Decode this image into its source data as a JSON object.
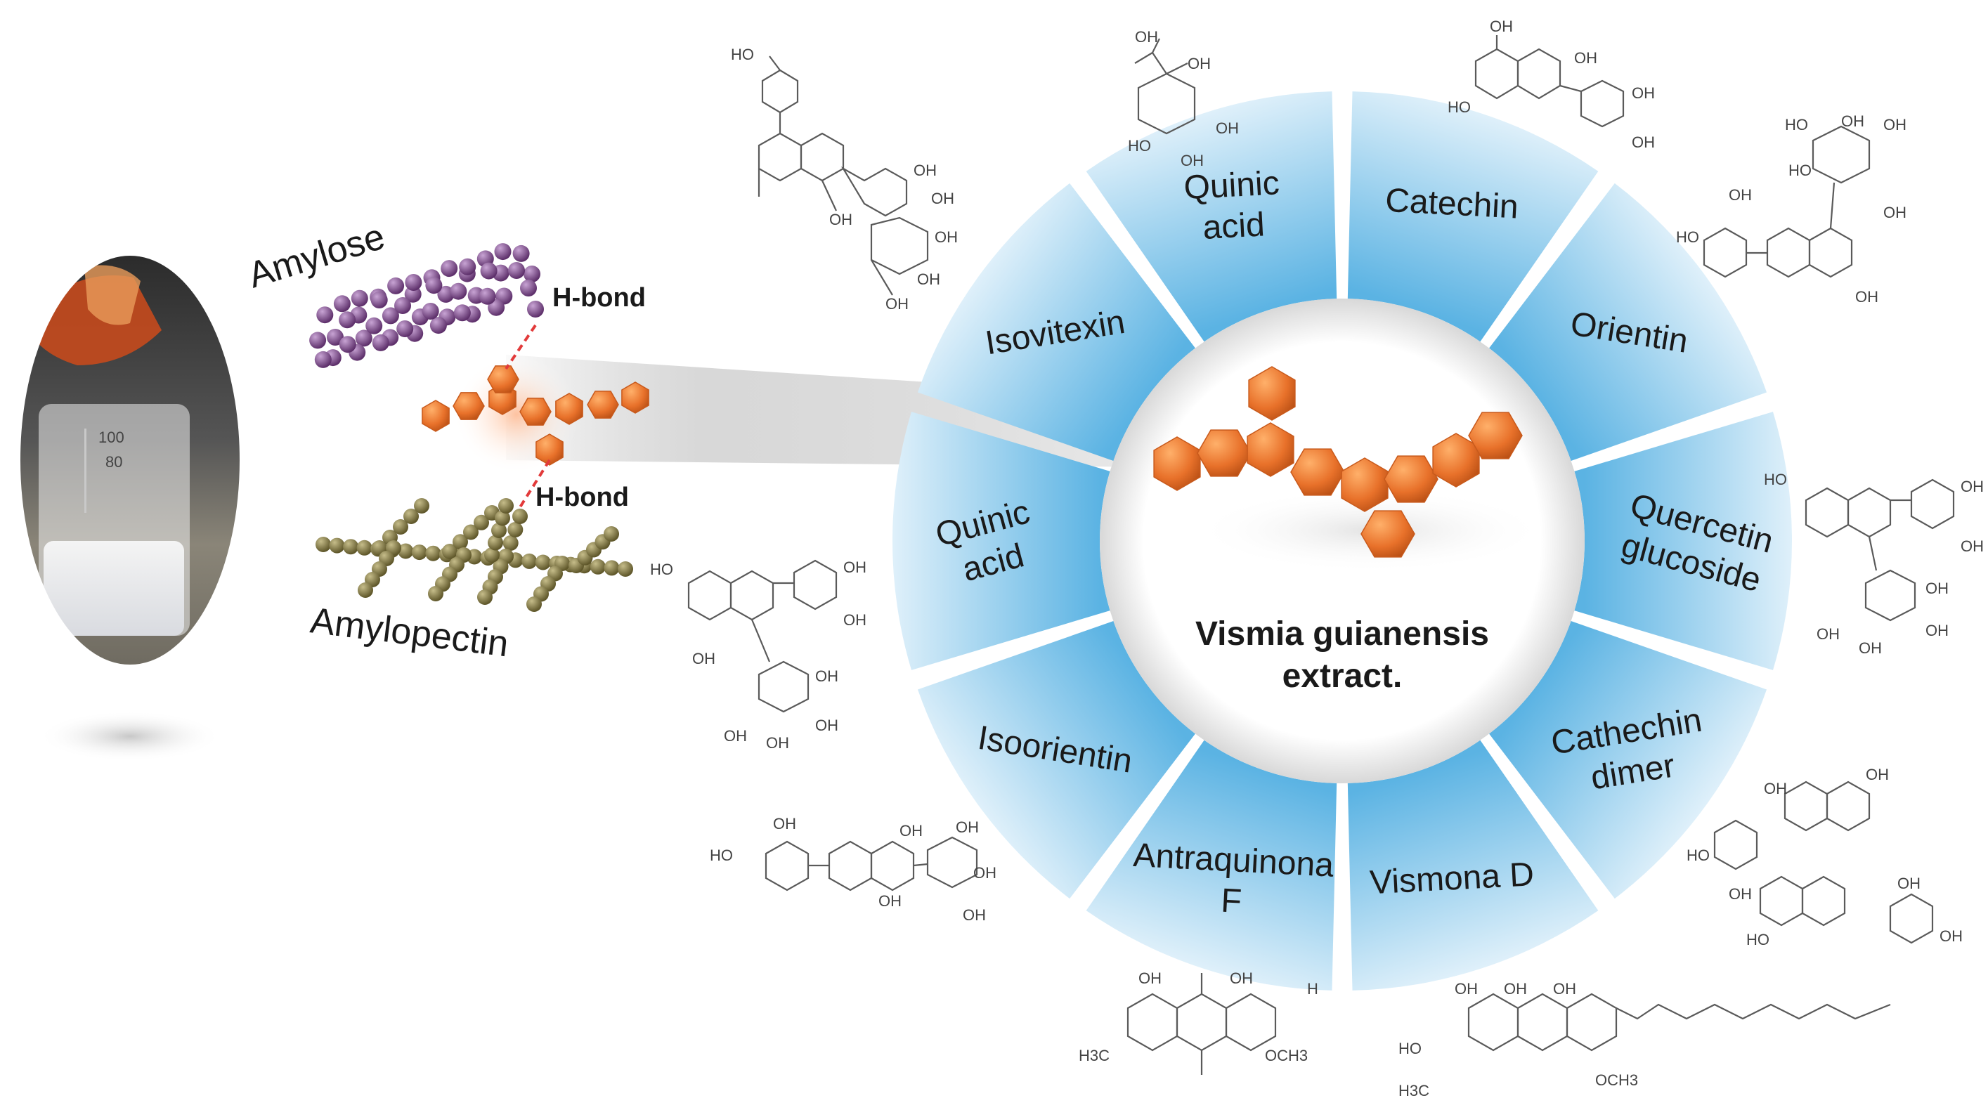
{
  "diagram": {
    "center_label": {
      "line1": "Vismia guianensis",
      "line2": "extract."
    },
    "polymers": {
      "amylose": "Amylose",
      "amylopectin": "Amylopectin",
      "hbond_top": "H-bond",
      "hbond_bottom": "H-bond"
    },
    "segments": [
      {
        "line1": "Quinic",
        "line2": "acid"
      },
      {
        "line1": "Catechin",
        "line2": ""
      },
      {
        "line1": "Orientin",
        "line2": ""
      },
      {
        "line1": "Quercetin",
        "line2": "glucoside"
      },
      {
        "line1": "Cathechin",
        "line2": "dimer"
      },
      {
        "line1": "Vismona D",
        "line2": ""
      },
      {
        "line1": "Antraquinona",
        "line2": "F"
      },
      {
        "line1": "Isoorientin",
        "line2": ""
      },
      {
        "line1": "Quinic",
        "line2": "acid"
      },
      {
        "line1": "Isovitexin",
        "line2": ""
      }
    ],
    "chem_labels": {
      "oh": "OH",
      "ho": "HO",
      "h": "H",
      "och3": "OCH3",
      "h3c": "H3C"
    },
    "beaker": {
      "mark_top": "100",
      "mark_mid": "80"
    },
    "colors": {
      "segment_dark": "#5bb3e3",
      "segment_light": "#d4ecf8",
      "orange": "#e8712a",
      "amylose": "#7a4a86",
      "amylopectin": "#7d7443"
    }
  }
}
